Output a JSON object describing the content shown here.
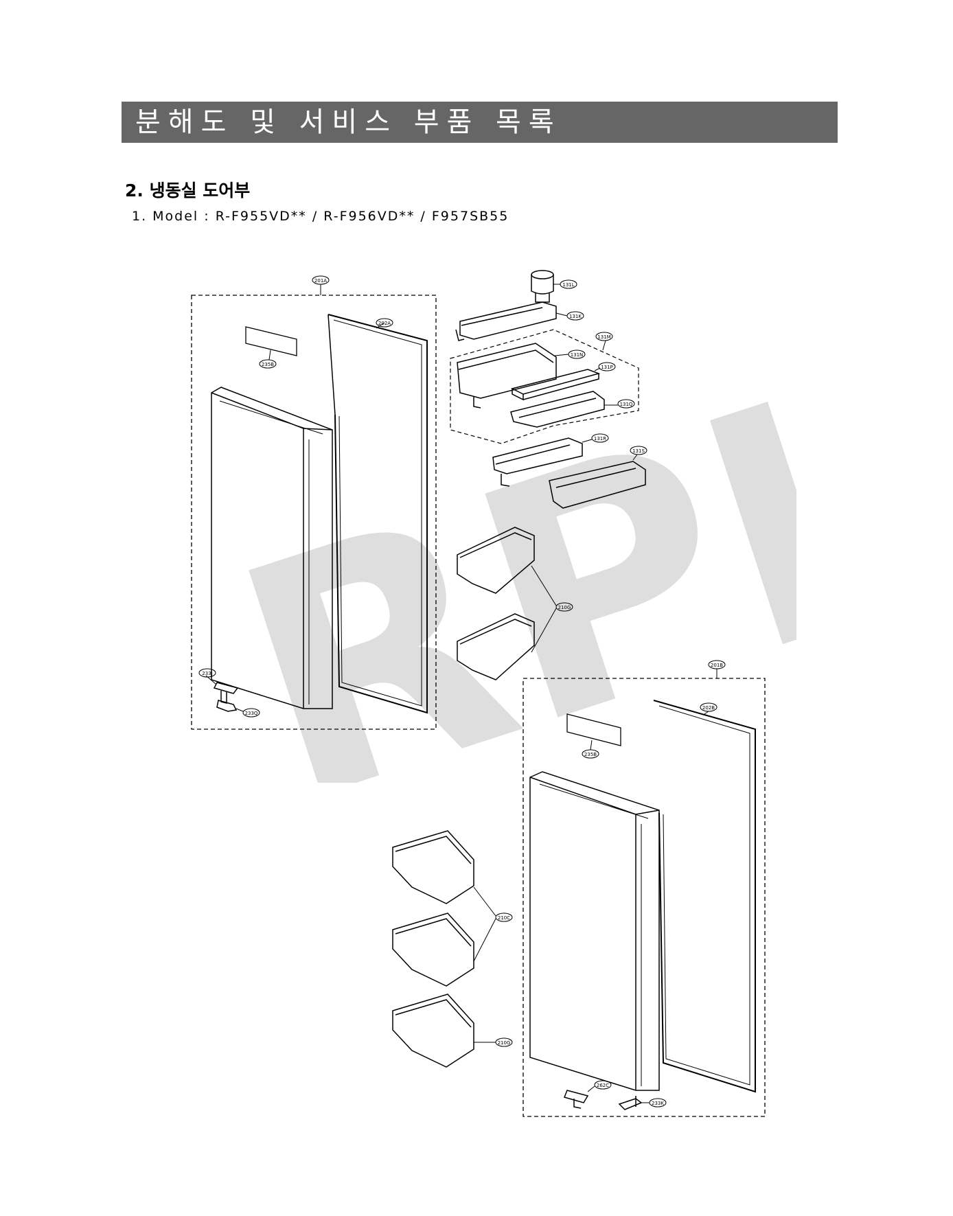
{
  "header": {
    "title": "분해도 및 서비스 부품 목록"
  },
  "section": {
    "title": "2. 냉동실 도어부",
    "model_line": "1. Model : R-F955VD** / R-F956VD** / F957SB55"
  },
  "watermark": {
    "text": "RPI",
    "color": "#d9d9d9"
  },
  "parts": {
    "p201A": "201A",
    "p202A": "202A",
    "p235B_a": "235B",
    "p233J": "233J",
    "p233Q": "233Q",
    "p131L": "131L",
    "p131K": "131K",
    "p131M": "131M",
    "p131N": "131N",
    "p131P": "131P",
    "p131Q": "131Q",
    "p131R": "131R",
    "p131S": "131S",
    "p210G_a": "210G",
    "p201B": "201B",
    "p202B": "202B",
    "p235B_b": "235B",
    "p210C": "210C",
    "p210G_b": "210G",
    "p262C": "262C",
    "p233K": "233K"
  }
}
